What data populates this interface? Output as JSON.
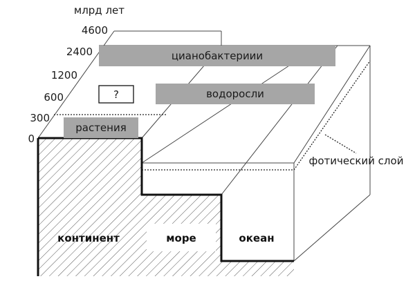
{
  "axis": {
    "unit_label": "млрд лет",
    "ticks": [
      "4600",
      "2400",
      "1200",
      "600",
      "300",
      "0"
    ]
  },
  "bars": {
    "cyanobacteria": "цианобактериии",
    "algae": "водоросли",
    "unknown": "?",
    "plants": "растения"
  },
  "regions": {
    "continent": "континент",
    "sea": "море",
    "ocean": "океан"
  },
  "photic_layer_label": "фотический слой",
  "colors": {
    "bar_fill": "#a6a6a6",
    "outline": "#111111",
    "hatch": "#555555"
  }
}
